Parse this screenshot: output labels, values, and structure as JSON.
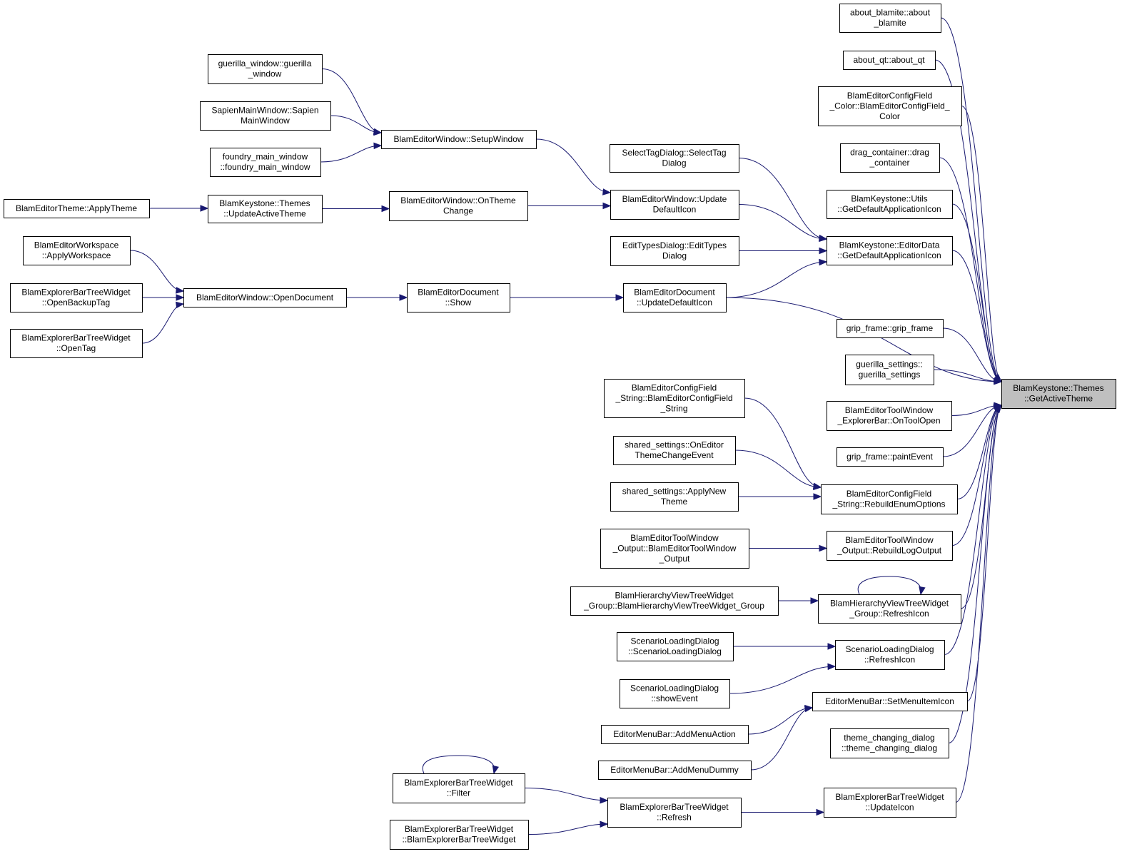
{
  "root": "n_getactivetheme",
  "nodes": {
    "n_about_blamite": {
      "lines": [
        "about_blamite::about",
        "_blamite"
      ]
    },
    "n_about_qt": {
      "lines": [
        "about_qt::about_qt"
      ]
    },
    "n_configcolor": {
      "lines": [
        "BlamEditorConfigField",
        "_Color::BlamEditorConfigField_",
        "Color"
      ]
    },
    "n_drag": {
      "lines": [
        "drag_container::drag",
        "_container"
      ]
    },
    "n_utils_icon": {
      "lines": [
        "BlamKeystone::Utils",
        "::GetDefaultApplicationIcon"
      ]
    },
    "n_editordata_icon": {
      "lines": [
        "BlamKeystone::EditorData",
        "::GetDefaultApplicationIcon"
      ]
    },
    "n_grip_frame": {
      "lines": [
        "grip_frame::grip_frame"
      ]
    },
    "n_guerilla_settings": {
      "lines": [
        "guerilla_settings::",
        "guerilla_settings"
      ]
    },
    "n_tool_explorer_open": {
      "lines": [
        "BlamEditorToolWindow",
        "_ExplorerBar::OnToolOpen"
      ]
    },
    "n_grip_paint": {
      "lines": [
        "grip_frame::paintEvent"
      ]
    },
    "n_rebuild_enum": {
      "lines": [
        "BlamEditorConfigField",
        "_String::RebuildEnumOptions"
      ]
    },
    "n_rebuild_log": {
      "lines": [
        "BlamEditorToolWindow",
        "_Output::RebuildLogOutput"
      ]
    },
    "n_hier_refresh_icon": {
      "lines": [
        "BlamHierarchyViewTreeWidget",
        "_Group::RefreshIcon"
      ]
    },
    "n_scen_refresh_icon": {
      "lines": [
        "ScenarioLoadingDialog",
        "::RefreshIcon"
      ]
    },
    "n_set_menu_icon": {
      "lines": [
        "EditorMenuBar::SetMenuItemIcon"
      ]
    },
    "n_theme_changing": {
      "lines": [
        "theme_changing_dialog",
        "::theme_changing_dialog"
      ]
    },
    "n_explorer_update_icon": {
      "lines": [
        "BlamExplorerBarTreeWidget",
        "::UpdateIcon"
      ]
    },
    "n_getactivetheme": {
      "lines": [
        "BlamKeystone::Themes",
        "::GetActiveTheme"
      ]
    },
    "n_selecttag": {
      "lines": [
        "SelectTagDialog::SelectTag",
        "Dialog"
      ]
    },
    "n_win_update_icon": {
      "lines": [
        "BlamEditorWindow::Update",
        "DefaultIcon"
      ]
    },
    "n_edittypes": {
      "lines": [
        "EditTypesDialog::EditTypes",
        "Dialog"
      ]
    },
    "n_doc_update_icon": {
      "lines": [
        "BlamEditorDocument",
        "::UpdateDefaultIcon"
      ]
    },
    "n_guerilla_window": {
      "lines": [
        "guerilla_window::guerilla",
        "_window"
      ]
    },
    "n_sapien": {
      "lines": [
        "SapienMainWindow::Sapien",
        "MainWindow"
      ]
    },
    "n_foundry": {
      "lines": [
        "foundry_main_window",
        "::foundry_main_window"
      ]
    },
    "n_setupwindow": {
      "lines": [
        "BlamEditorWindow::SetupWindow"
      ]
    },
    "n_applytheme": {
      "lines": [
        "BlamEditorTheme::ApplyTheme"
      ]
    },
    "n_update_active_theme": {
      "lines": [
        "BlamKeystone::Themes",
        "::UpdateActiveTheme"
      ]
    },
    "n_ontheme": {
      "lines": [
        "BlamEditorWindow::OnTheme",
        "Change"
      ]
    },
    "n_applyworkspace": {
      "lines": [
        "BlamEditorWorkspace",
        "::ApplyWorkspace"
      ]
    },
    "n_openbackup": {
      "lines": [
        "BlamExplorerBarTreeWidget",
        "::OpenBackupTag"
      ]
    },
    "n_opentag": {
      "lines": [
        "BlamExplorerBarTreeWidget",
        "::OpenTag"
      ]
    },
    "n_opendocument": {
      "lines": [
        "BlamEditorWindow::OpenDocument"
      ]
    },
    "n_doc_show": {
      "lines": [
        "BlamEditorDocument",
        "::Show"
      ]
    },
    "n_configstring_ctor": {
      "lines": [
        "BlamEditorConfigField",
        "_String::BlamEditorConfigField",
        "_String"
      ]
    },
    "n_shared_onthemechange": {
      "lines": [
        "shared_settings::OnEditor",
        "ThemeChangeEvent"
      ]
    },
    "n_shared_applynew": {
      "lines": [
        "shared_settings::ApplyNew",
        "Theme"
      ]
    },
    "n_tooloutput_ctor": {
      "lines": [
        "BlamEditorToolWindow",
        "_Output::BlamEditorToolWindow",
        "_Output"
      ]
    },
    "n_hier_ctor": {
      "lines": [
        "BlamHierarchyViewTreeWidget",
        "_Group::BlamHierarchyViewTreeWidget_Group"
      ]
    },
    "n_scen_ctor": {
      "lines": [
        "ScenarioLoadingDialog",
        "::ScenarioLoadingDialog"
      ]
    },
    "n_scen_show": {
      "lines": [
        "ScenarioLoadingDialog",
        "::showEvent"
      ]
    },
    "n_addmenuaction": {
      "lines": [
        "EditorMenuBar::AddMenuAction"
      ]
    },
    "n_addmenudummy": {
      "lines": [
        "EditorMenuBar::AddMenuDummy"
      ]
    },
    "n_filter": {
      "lines": [
        "BlamExplorerBarTreeWidget",
        "::Filter"
      ]
    },
    "n_explorer_ctor": {
      "lines": [
        "BlamExplorerBarTreeWidget",
        "::BlamExplorerBarTreeWidget"
      ]
    },
    "n_refresh": {
      "lines": [
        "BlamExplorerBarTreeWidget",
        "::Refresh"
      ]
    }
  },
  "edges": [
    [
      "n_about_blamite",
      "n_getactivetheme"
    ],
    [
      "n_about_qt",
      "n_getactivetheme"
    ],
    [
      "n_configcolor",
      "n_getactivetheme"
    ],
    [
      "n_drag",
      "n_getactivetheme"
    ],
    [
      "n_utils_icon",
      "n_getactivetheme"
    ],
    [
      "n_editordata_icon",
      "n_getactivetheme"
    ],
    [
      "n_doc_update_icon",
      "n_getactivetheme"
    ],
    [
      "n_grip_frame",
      "n_getactivetheme"
    ],
    [
      "n_guerilla_settings",
      "n_getactivetheme"
    ],
    [
      "n_tool_explorer_open",
      "n_getactivetheme"
    ],
    [
      "n_grip_paint",
      "n_getactivetheme"
    ],
    [
      "n_rebuild_enum",
      "n_getactivetheme"
    ],
    [
      "n_rebuild_log",
      "n_getactivetheme"
    ],
    [
      "n_hier_refresh_icon",
      "n_getactivetheme"
    ],
    [
      "n_scen_refresh_icon",
      "n_getactivetheme"
    ],
    [
      "n_set_menu_icon",
      "n_getactivetheme"
    ],
    [
      "n_theme_changing",
      "n_getactivetheme"
    ],
    [
      "n_explorer_update_icon",
      "n_getactivetheme"
    ],
    [
      "n_selecttag",
      "n_editordata_icon"
    ],
    [
      "n_win_update_icon",
      "n_editordata_icon"
    ],
    [
      "n_edittypes",
      "n_editordata_icon"
    ],
    [
      "n_doc_update_icon",
      "n_editordata_icon"
    ],
    [
      "n_setupwindow",
      "n_win_update_icon"
    ],
    [
      "n_ontheme",
      "n_win_update_icon"
    ],
    [
      "n_guerilla_window",
      "n_setupwindow"
    ],
    [
      "n_sapien",
      "n_setupwindow"
    ],
    [
      "n_foundry",
      "n_setupwindow"
    ],
    [
      "n_applytheme",
      "n_update_active_theme"
    ],
    [
      "n_update_active_theme",
      "n_ontheme"
    ],
    [
      "n_applyworkspace",
      "n_opendocument"
    ],
    [
      "n_openbackup",
      "n_opendocument"
    ],
    [
      "n_opentag",
      "n_opendocument"
    ],
    [
      "n_opendocument",
      "n_doc_show"
    ],
    [
      "n_doc_show",
      "n_doc_update_icon"
    ],
    [
      "n_configstring_ctor",
      "n_rebuild_enum"
    ],
    [
      "n_shared_onthemechange",
      "n_rebuild_enum"
    ],
    [
      "n_shared_applynew",
      "n_rebuild_enum"
    ],
    [
      "n_tooloutput_ctor",
      "n_rebuild_log"
    ],
    [
      "n_hier_ctor",
      "n_hier_refresh_icon"
    ],
    [
      "n_hier_refresh_icon",
      "n_hier_refresh_icon"
    ],
    [
      "n_scen_ctor",
      "n_scen_refresh_icon"
    ],
    [
      "n_scen_show",
      "n_scen_refresh_icon"
    ],
    [
      "n_addmenuaction",
      "n_set_menu_icon"
    ],
    [
      "n_addmenudummy",
      "n_set_menu_icon"
    ],
    [
      "n_filter",
      "n_refresh"
    ],
    [
      "n_filter",
      "n_filter"
    ],
    [
      "n_explorer_ctor",
      "n_refresh"
    ],
    [
      "n_refresh",
      "n_explorer_update_icon"
    ]
  ],
  "colors": {
    "edge": "#191970",
    "node_border": "#000000",
    "node_fill": "#ffffff",
    "root_fill": "#bfbfbf"
  }
}
